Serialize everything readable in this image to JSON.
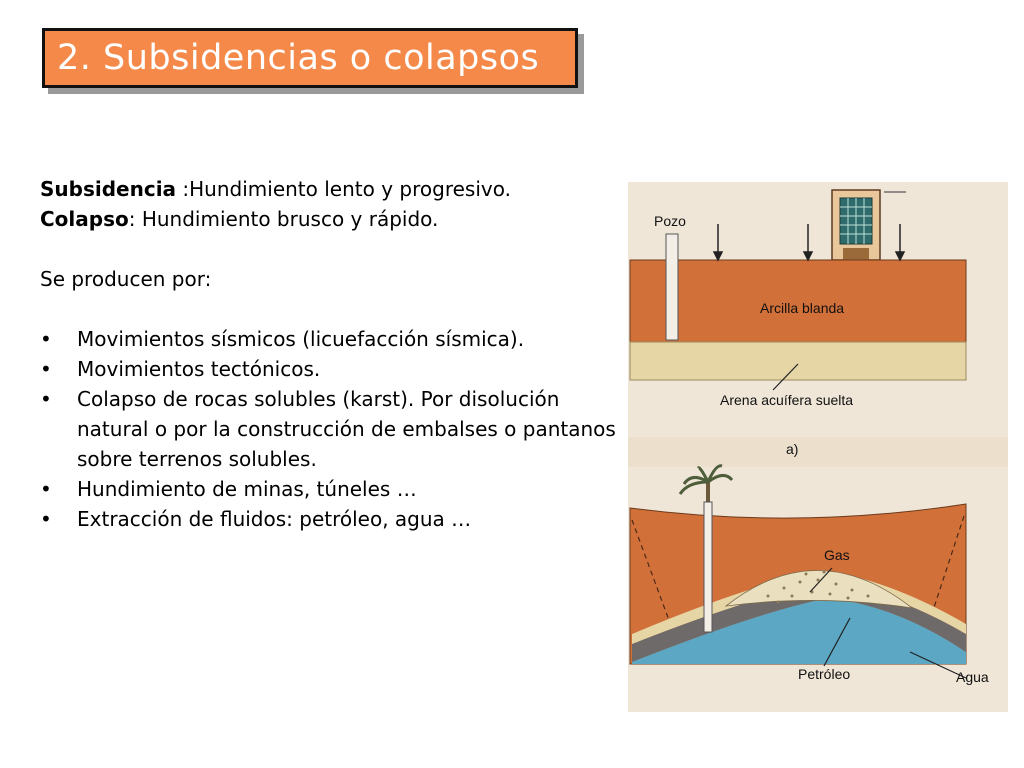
{
  "title": "2. Subsidencias o colapsos",
  "definitions": [
    {
      "term": "Subsidencia",
      "text": " :Hundimiento lento y progresivo."
    },
    {
      "term": "Colapso",
      "text": ": Hundimiento brusco y rápido."
    }
  ],
  "intro": "Se producen por:",
  "causes": [
    "Movimientos sísmicos (licuefacción sísmica).",
    "Movimientos tectónicos.",
    "Colapso de rocas solubles (karst). Por disolución natural o por la construcción de embalses o pantanos sobre terrenos solubles.",
    "Hundimiento de minas, túneles …",
    "Extracción de fluidos: petróleo, agua …"
  ],
  "figure": {
    "labels": {
      "pozo": "Pozo",
      "arcilla": "Arcilla blanda",
      "arena": "Arena acuífera suelta",
      "panel_a": "a)",
      "gas": "Gas",
      "petroleo": "Petróleo",
      "agua": "Agua"
    },
    "colors": {
      "paper": "#efe6d8",
      "clay": "#d2703a",
      "sand": "#e6d6a6",
      "dark_band": "#6f6a6a",
      "water_band": "#5ba7c4",
      "title_box": "#f4894a"
    }
  }
}
